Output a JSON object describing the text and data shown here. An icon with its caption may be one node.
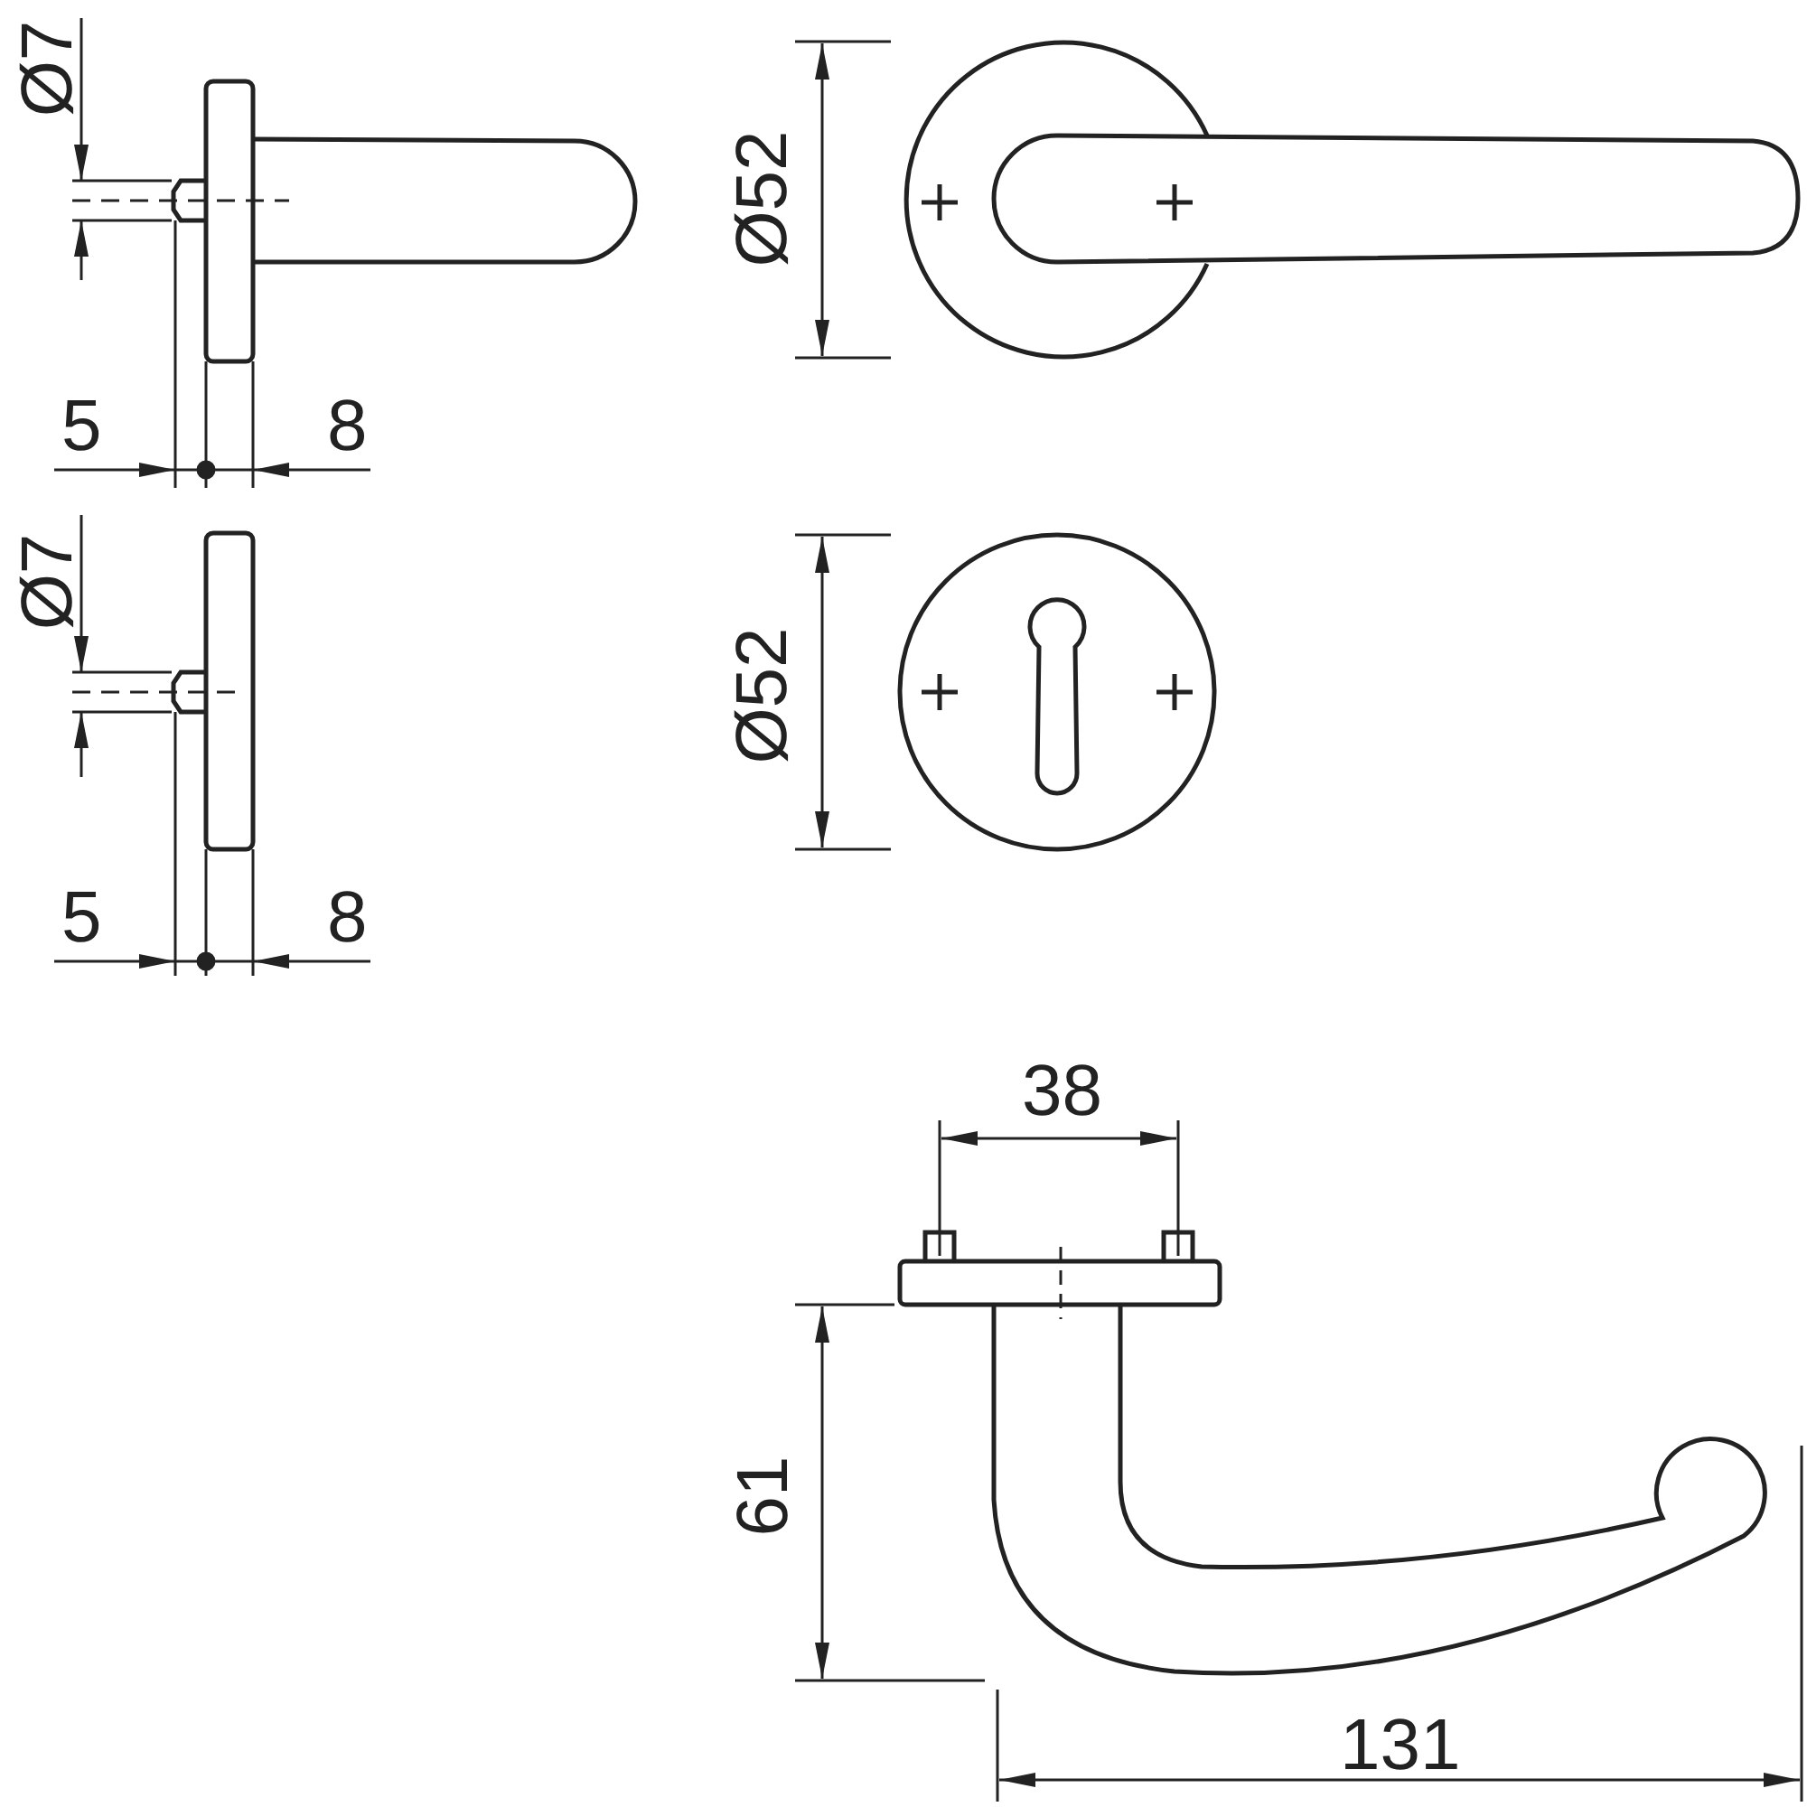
{
  "diagram": {
    "labels": [
      "Ø7",
      "Ø52",
      "5",
      "8",
      "Ø7",
      "Ø52",
      "5",
      "8",
      "38",
      "61",
      "131"
    ]
  }
}
